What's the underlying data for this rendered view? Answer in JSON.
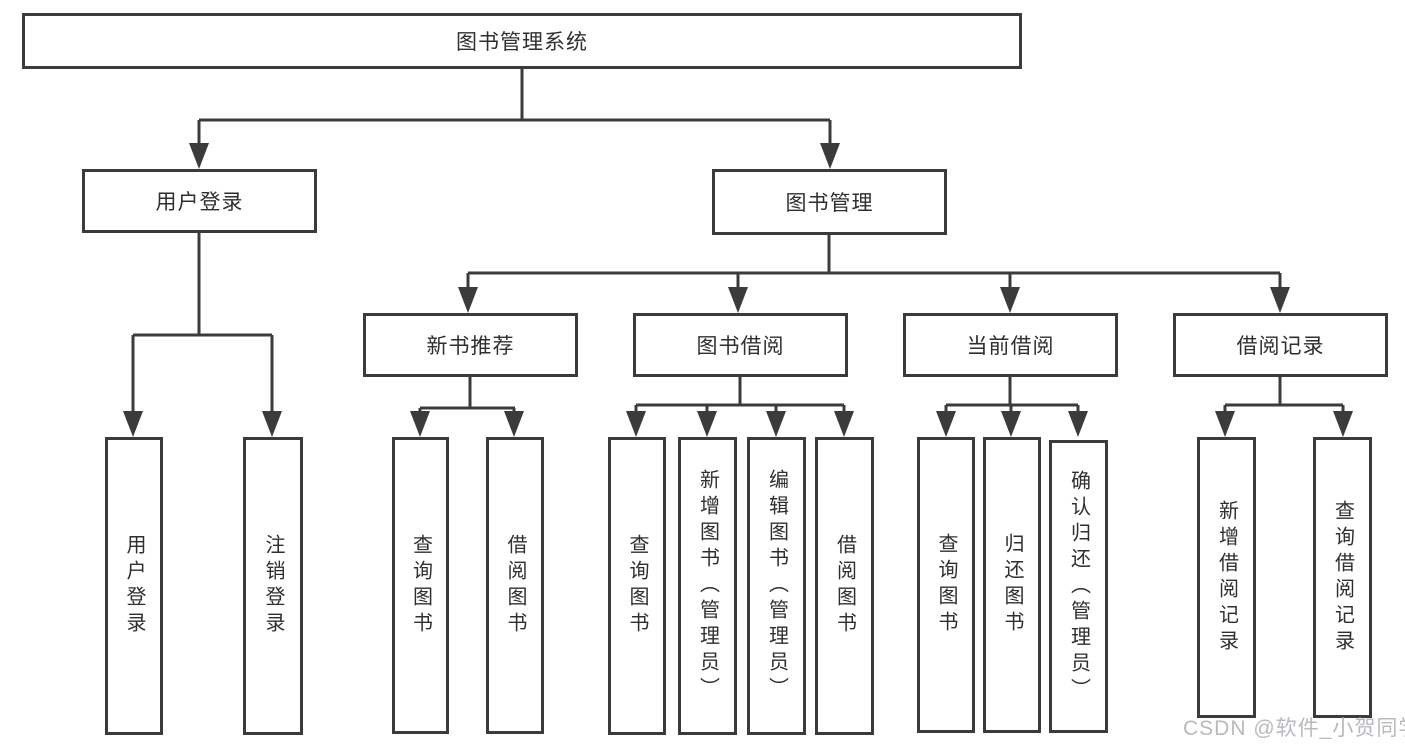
{
  "title": "图书管理系统",
  "colors": {
    "line": "#3b3b3b",
    "text": "#2f2f2f",
    "background": "#ffffff",
    "watermark": "#b9b9be"
  },
  "nodes": {
    "root": "图书管理系统",
    "user_login": "用户登录",
    "book_mgmt": "图书管理",
    "new_book_rec": "新书推荐",
    "book_borrow": "图书借阅",
    "current_borrow": "当前借阅",
    "borrow_records": "借阅记录",
    "leaves": {
      "user_login": [
        "用户登录",
        "注销登录"
      ],
      "new_book_rec": [
        "查询图书",
        "借阅图书"
      ],
      "book_borrow": [
        "查询图书",
        "新增图书（管理员）",
        "编辑图书（管理员）",
        "借阅图书"
      ],
      "current_borrow": [
        "查询图书",
        "归还图书",
        "确认归还（管理员）"
      ],
      "borrow_records": [
        "新增借阅记录",
        "查询借阅记录"
      ]
    }
  },
  "watermark": "CSDN @软件_小贺同学"
}
